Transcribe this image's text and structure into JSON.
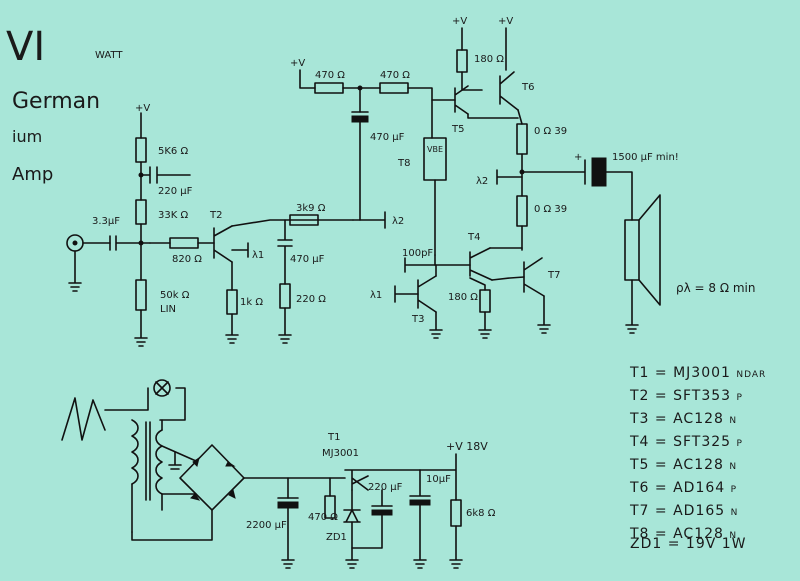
{
  "title": {
    "roman": "VI",
    "watt": "WATT",
    "line1": "German",
    "line2": "ium",
    "line3": "Amp"
  },
  "labels": {
    "vplus": "+V",
    "r_5k6": "5K6 Ω",
    "c_220uf_top": "220 µF",
    "r_33k": "33K Ω",
    "c_3u3": "3.3µF",
    "r_820": "820 Ω",
    "r_50k": "50k Ω",
    "pot_lin": "LIN",
    "t2": "T2",
    "r_3k9": "3k9 Ω",
    "lambda2_mid": "λ2",
    "lambda1_mid": "λ1",
    "c_470_t2": "470 µF",
    "r_1k": "1k Ω",
    "r_220": "220 Ω",
    "r_470_a": "470 Ω",
    "r_470_b": "470 Ω",
    "c_470_boot": "470 µF",
    "t8": "T8",
    "vbe": "VBE",
    "t5": "T5",
    "t6": "T6",
    "r_180_top": "180 Ω",
    "r_0r39_top": "0 Ω 39",
    "r_0r39_bot": "0 Ω 39",
    "lambda2_out": "λ2",
    "c_out": "1500 µF min!",
    "t4": "T4",
    "t7": "T7",
    "c_100pf": "100pF",
    "lambda1_in": "λ1",
    "t3": "T3",
    "r_180_bot": "180 Ω",
    "speaker": "ρλ = 8 Ω min",
    "t1": "T1",
    "t1_type": "MJ3001",
    "v18": "+V  18V",
    "c_2200": "2200 µF",
    "r_470_psu": "470 Ω",
    "c_220_psu": "220 µF",
    "zd1": "ZD1",
    "c_10uf": "10µF",
    "r_6k8": "6k8 Ω"
  },
  "legend": [
    {
      "id": "T1",
      "part": "MJ3001",
      "type": "NDAR"
    },
    {
      "id": "T2",
      "part": "SFT353",
      "type": "P"
    },
    {
      "id": "T3",
      "part": "AC128",
      "type": "N"
    },
    {
      "id": "T4",
      "part": "SFT325",
      "type": "P"
    },
    {
      "id": "T5",
      "part": "AC128",
      "type": "N"
    },
    {
      "id": "T6",
      "part": "AD164",
      "type": "P"
    },
    {
      "id": "T7",
      "part": "AD165",
      "type": "N"
    },
    {
      "id": "T8",
      "part": "AC128",
      "type": "N"
    }
  ],
  "zener_note": "ZD1 = 19V 1W"
}
